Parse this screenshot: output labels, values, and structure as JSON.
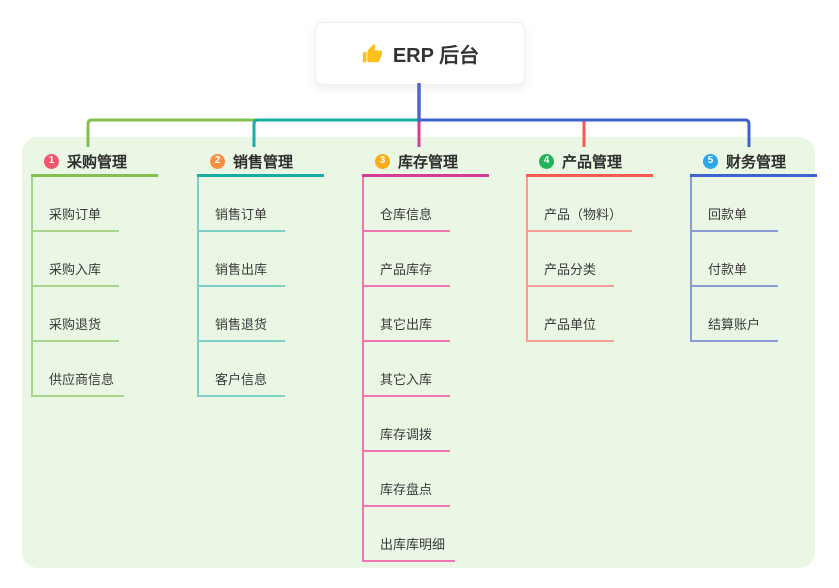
{
  "root": {
    "title": "ERP 后台",
    "icon": "thumbs-up-icon"
  },
  "canvas": {
    "background": "#FFFFFF",
    "panel_color": "#EAF7E5"
  },
  "connectors": {
    "root_line_color": "#5066C6"
  },
  "branches": [
    {
      "num": "1",
      "label": "采购管理",
      "badge_color": "#F0566E",
      "line_color": "#82C14F",
      "child_line_color": "#A9D48B",
      "children": [
        "采购订单",
        "采购入库",
        "采购退货",
        "供应商信息"
      ]
    },
    {
      "num": "2",
      "label": "销售管理",
      "badge_color": "#F98F43",
      "line_color": "#17ADA4",
      "child_line_color": "#7FCFC7",
      "children": [
        "销售订单",
        "销售出库",
        "销售退货",
        "客户信息"
      ]
    },
    {
      "num": "3",
      "label": "库存管理",
      "badge_color": "#FBAC15",
      "line_color": "#D63C94",
      "child_line_color": "#F075B4",
      "children": [
        "仓库信息",
        "产品库存",
        "其它出库",
        "其它入库",
        "库存调拨",
        "库存盘点",
        "出库库明细"
      ]
    },
    {
      "num": "4",
      "label": "产品管理",
      "badge_color": "#23B45B",
      "line_color": "#F75850",
      "child_line_color": "#F89C96",
      "children": [
        "产品（物料）",
        "产品分类",
        "产品单位"
      ]
    },
    {
      "num": "5",
      "label": "财务管理",
      "badge_color": "#2BA6E9",
      "line_color": "#3E63CE",
      "child_line_color": "#8A9BD8",
      "children": [
        "回款单",
        "付款单",
        "结算账户"
      ]
    }
  ]
}
